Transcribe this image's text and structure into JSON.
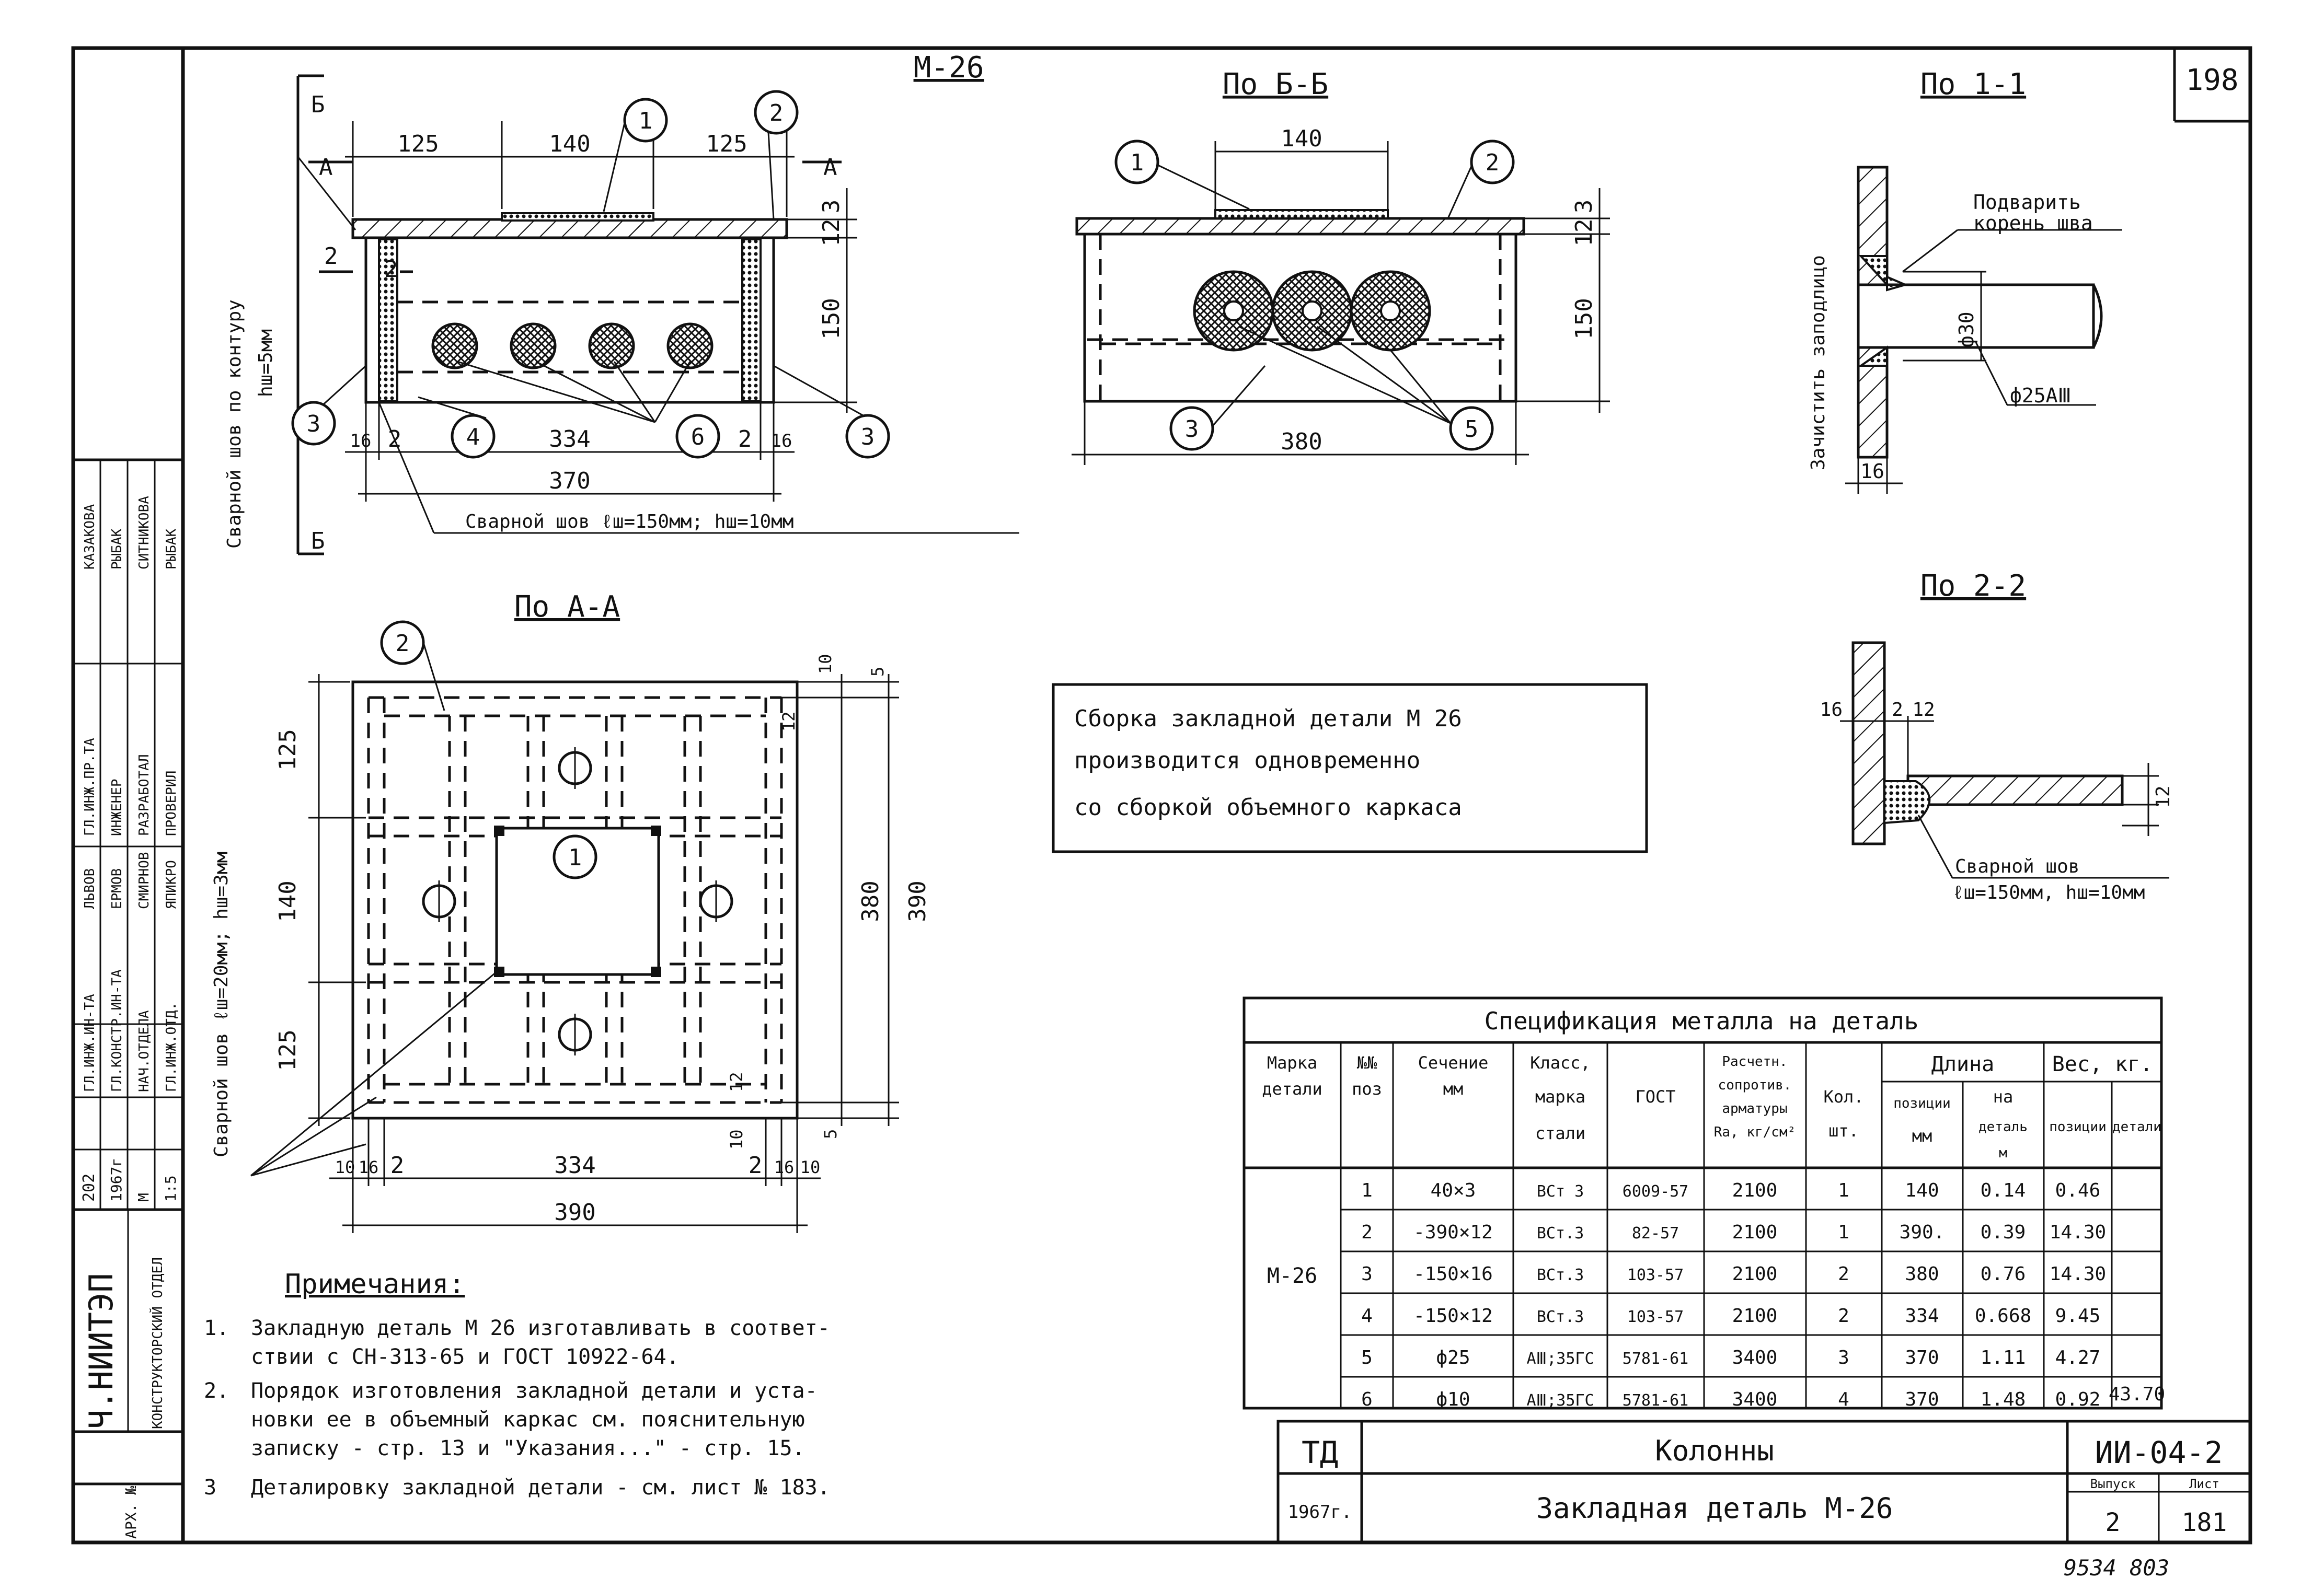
{
  "sheet": {
    "number": "198",
    "bottom_numbers": "9534 803"
  },
  "title_block": {
    "org": "Ч.НИИТЭП",
    "dept": "КОНСТРУКТОРСКИЙ ОТДЕЛ",
    "series": "202",
    "year_small": "1967г",
    "scale_label": "М",
    "scale": "1:5",
    "arch_no": "АРХ. №",
    "rows": [
      {
        "role": "ГЛ.ИНЖ.ИН-ТА",
        "name": "ЛЬВОВ"
      },
      {
        "role": "ГЛ.КОНСТР.ИН-ТА",
        "name": "ЕРМОВ"
      },
      {
        "role": "НАЧ.ОТДЕЛА",
        "name": "СМИРНОВ"
      },
      {
        "role": "ГЛ.ИНЖ.ОТД.",
        "name": "ЯПИКРО"
      }
    ],
    "rows2": [
      {
        "role": "ГЛ.ИНЖ.ПР.ТА",
        "name": "КАЗАКОВА"
      },
      {
        "role": "ИНЖЕНЕР",
        "name": "РЫБАК"
      },
      {
        "role": "РАЗРАБОТАЛ",
        "name": "СИТНИКОВА"
      },
      {
        "role": "ПРОВЕРИЛ",
        "name": "РЫБАК"
      }
    ]
  },
  "views": {
    "m26": {
      "title": "М-26",
      "dims_top": [
        "125",
        "140",
        "125"
      ],
      "dims_right": [
        "3",
        "12",
        "150"
      ],
      "dims_bottom": [
        "16",
        "2",
        "334",
        "2",
        "16"
      ],
      "total": "370",
      "weld_side": "Сварной шов по контуру",
      "weld_side_h": "hш=5мм",
      "weld_bottom": "Сварной шов ℓш=150мм; hш=10мм",
      "sec_a": "А",
      "sec_b": "Б",
      "sec_2": "2"
    },
    "bb": {
      "title": "По Б-Б",
      "dim_top": "140",
      "dims_right": [
        "3",
        "12",
        "150"
      ],
      "dim_bottom": "380"
    },
    "s11": {
      "title": "По 1-1",
      "note_left": "Зачистить заподлицо",
      "note_right_1": "Подварить",
      "note_right_2": "корень шва",
      "dia": "ф30",
      "bar": "ф25АⅢ",
      "thk": "16"
    },
    "aa": {
      "title": "По А-А",
      "dims_left": [
        "125",
        "140",
        "125"
      ],
      "dims_right_outer": "390",
      "dims_right_inner": "380",
      "dims_right_small": [
        "10",
        "5",
        "12"
      ],
      "dims_bottom": [
        "10",
        "16",
        "2",
        "334",
        "2",
        "16",
        "10"
      ],
      "dims_bottom_small": [
        "10",
        "12",
        "5"
      ],
      "total": "390",
      "weld": "Сварной шов ℓш=20мм; hш=3мм"
    },
    "s22": {
      "title": "По 2-2",
      "d16": "16",
      "d2": "2",
      "d12": "12",
      "dk": "12",
      "weld_1": "Сварной шов",
      "weld_2": "ℓш=150мм, hш=10мм"
    },
    "callouts": [
      "1",
      "2",
      "3",
      "4",
      "5",
      "6"
    ]
  },
  "assembly_note": [
    "Сборка закладной детали М 26",
    "производится одновременно",
    "со сборкой объемного каркаса"
  ],
  "notes": {
    "title": "Примечания:",
    "items": [
      {
        "n": "1.",
        "lines": [
          "Закладную деталь М 26 изготавливать в соответ-",
          "ствии с СН-313-65 и ГОСТ 10922-64."
        ]
      },
      {
        "n": "2.",
        "lines": [
          "Порядок изготовления закладной детали и уста-",
          "новки ее в объемный каркас см. пояснительную",
          "записку - стр. 13 и \"Указания...\" - стр. 15."
        ]
      },
      {
        "n": "3",
        "lines": [
          "Деталировку закладной детали - см. лист № 183."
        ]
      }
    ]
  },
  "spec": {
    "title": "Спецификация металла на деталь",
    "headers": {
      "mark": [
        "Марка",
        "детали"
      ],
      "pos": [
        "№№",
        "поз"
      ],
      "section": [
        "Сечение",
        "мм"
      ],
      "class": [
        "Класс,",
        "марка",
        "стали"
      ],
      "gost": "ГОСТ",
      "resist": [
        "Расчетн.",
        "сопротив.",
        "арматуры",
        "Rа, кг/см²"
      ],
      "qty": [
        "Кол.",
        "шт."
      ],
      "length": "Длина",
      "len_pos": [
        "позиции",
        "мм"
      ],
      "len_det": [
        "на",
        "деталь",
        "м"
      ],
      "weight": "Вес, кг.",
      "w_pos": "позиции",
      "w_det": "детали"
    },
    "mark": "М-26",
    "rows": [
      {
        "pos": "1",
        "section": "40×3",
        "steel": "ВСт 3",
        "gost": "6009-57",
        "ra": "2100",
        "qty": "1",
        "len": "140",
        "len_det": "0.14",
        "w": "0.46"
      },
      {
        "pos": "2",
        "section": "-390×12",
        "steel": "ВСт.3",
        "gost": "82-57",
        "ra": "2100",
        "qty": "1",
        "len": "390.",
        "len_det": "0.39",
        "w": "14.30"
      },
      {
        "pos": "3",
        "section": "-150×16",
        "steel": "ВСт.3",
        "gost": "103-57",
        "ra": "2100",
        "qty": "2",
        "len": "380",
        "len_det": "0.76",
        "w": "14.30"
      },
      {
        "pos": "4",
        "section": "-150×12",
        "steel": "ВСт.3",
        "gost": "103-57",
        "ra": "2100",
        "qty": "2",
        "len": "334",
        "len_det": "0.668",
        "w": "9.45"
      },
      {
        "pos": "5",
        "section": "ф25",
        "steel": "АⅢ;35ГС",
        "gost": "5781-61",
        "ra": "3400",
        "qty": "3",
        "len": "370",
        "len_det": "1.11",
        "w": "4.27"
      },
      {
        "pos": "6",
        "section": "ф10",
        "steel": "АⅢ;35ГС",
        "gost": "5781-61",
        "ra": "3400",
        "qty": "4",
        "len": "370",
        "len_det": "1.48",
        "w": "0.92"
      }
    ],
    "total": "43.70"
  },
  "bottom_block": {
    "td": "ТД",
    "year": "1967г.",
    "name": "Колонны",
    "subject": "Закладная деталь М-26",
    "code": "ИИ-04-2",
    "issue_label": "Выпуск",
    "sheet_label": "Лист",
    "issue": "2",
    "sheet": "181"
  }
}
